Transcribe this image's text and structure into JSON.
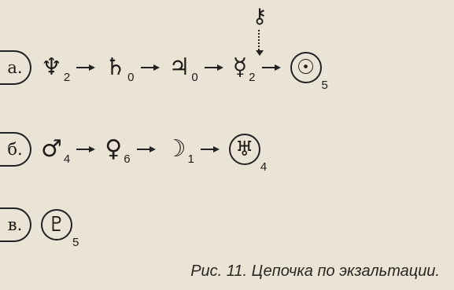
{
  "rows": [
    {
      "marker": "а.",
      "items": [
        {
          "glyph": "♆",
          "sub": "2"
        },
        {
          "glyph": "♄",
          "sub": "0"
        },
        {
          "glyph": "♃",
          "sub": "0"
        },
        {
          "glyph": "☿",
          "sub": "2"
        },
        {
          "glyph": "☉",
          "sub": "5",
          "circled": true
        }
      ],
      "above": {
        "glyph": "⚷",
        "points_to_index": 3
      }
    },
    {
      "marker": "б.",
      "items": [
        {
          "glyph": "♂",
          "sub": "4"
        },
        {
          "glyph": "♀",
          "sub": "6"
        },
        {
          "glyph": "☽",
          "sub": "1"
        },
        {
          "glyph": "♅",
          "sub": "4",
          "circled": true
        }
      ]
    },
    {
      "marker": "в.",
      "items": [
        {
          "glyph": "♇",
          "sub": "5",
          "circled": true
        }
      ]
    }
  ],
  "caption": "Рис. 11. Цепочка по экзальтации."
}
